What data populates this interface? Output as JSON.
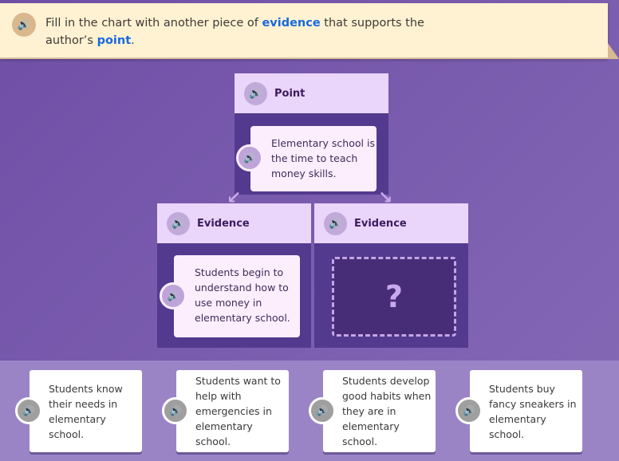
{
  "instruction": {
    "before": "Fill in the chart with another piece of ",
    "kw1": "evidence",
    "middle": " that supports the author’s ",
    "kw2": "point",
    "after": "."
  },
  "chart": {
    "point": {
      "label": "Point",
      "text": "Elementary school is the time to teach money skills."
    },
    "evidence": [
      {
        "label": "Evidence",
        "text": "Students begin to understand how to use money in elementary school."
      },
      {
        "label": "Evidence",
        "placeholder": "?"
      }
    ]
  },
  "options": [
    "Students know their needs in elementary school.",
    "Students want to help with emergencies in elementary school.",
    "Students develop good habits when they are in elementary school.",
    "Students buy fancy sneakers in elementary school."
  ],
  "icons": {
    "speaker": "speaker-icon"
  },
  "colors": {
    "banner": "#fff2d2",
    "keyword": "#1769e0",
    "header": "#ead5fb",
    "box": "#533a8f"
  }
}
